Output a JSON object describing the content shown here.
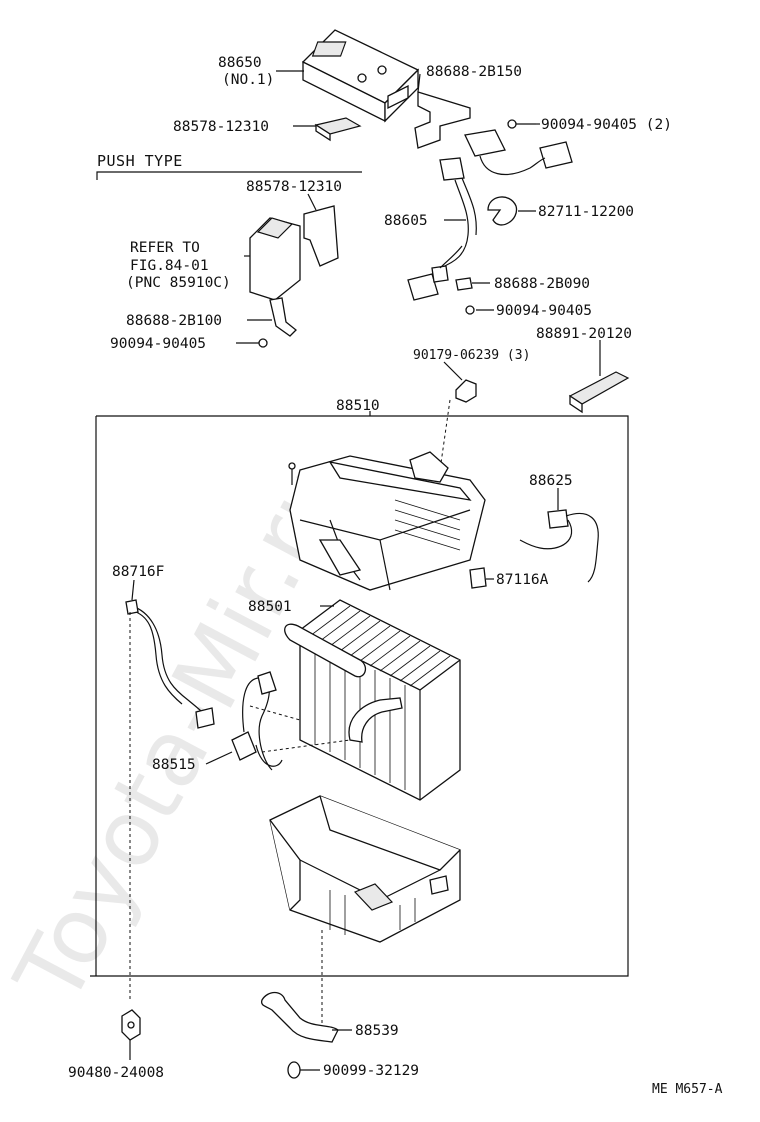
{
  "header": {
    "push_type": "PUSH TYPE"
  },
  "refer_note": {
    "line1": "REFER TO",
    "line2": "FIG.84-01",
    "line3": "(PNC 85910C)"
  },
  "labels": {
    "p88650": "88650",
    "p88650_no": "(NO.1)",
    "p88688_2b150": "88688-2B150",
    "p88578_12310_top": "88578-12310",
    "p90094_90405_2": "90094-90405 (2)",
    "p88578_12310_push": "88578-12310",
    "p82711_12200": "82711-12200",
    "p88605": "88605",
    "p88688_2b090": "88688-2B090",
    "p90094_90405_right": "90094-90405",
    "p88688_2b100": "88688-2B100",
    "p88891_20120": "88891-20120",
    "p90094_90405_left": "90094-90405",
    "p90179_06239": "90179-06239 (3)",
    "p88510": "88510",
    "p88625": "88625",
    "p88716f": "88716F",
    "p87116a": "87116A",
    "p88501": "88501",
    "p88515": "88515",
    "p88539": "88539",
    "p90480_24008": "90480-24008",
    "p90099_32129": "90099-32129"
  },
  "footer": {
    "figure_code": "ME M657-A"
  },
  "watermark": {
    "text": "Toyota-Mir.ru"
  }
}
